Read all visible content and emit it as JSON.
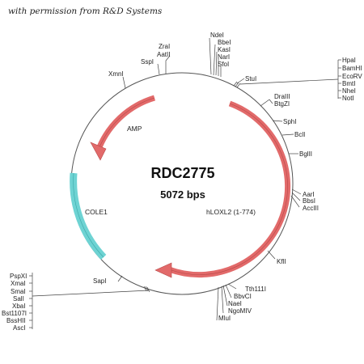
{
  "credit": "with permission from R&D Systems",
  "plasmid": {
    "name": "RDC2775",
    "size": "5072 bps"
  },
  "features": [
    {
      "name": "AMP",
      "color": "#e26a6a"
    },
    {
      "name": "COLE1",
      "color": "#6ed3d3"
    },
    {
      "name": "hLOXL2 (1-774)",
      "color": "#e26a6a"
    }
  ],
  "sites": {
    "zral": "ZraI",
    "aatii": "AatII",
    "sspi": "SspI",
    "xmni": "XmnI",
    "ndei": "NdeI",
    "bbei": "BbeI",
    "kasi": "KasI",
    "nari": "NarI",
    "sfoi": "SfoI",
    "stui": "StuI",
    "hpai": "HpaI",
    "bamhi": "BamHI",
    "ecorv": "EcoRV",
    "bmti": "BmtI",
    "nhei": "NheI",
    "noti": "NotI",
    "draiii": "DraIII",
    "btgzi": "BtgZI",
    "sphi": "SphI",
    "bcli": "BclI",
    "bglii": "BglII",
    "aari": "AarI",
    "bbsi": "BbsI",
    "acciii": "AccIII",
    "kfli": "KflI",
    "tth111i": "Tth111I",
    "bbvci": "BbvCI",
    "naei": "NaeI",
    "ngomiv": "NgoMIV",
    "mlui": "MluI",
    "sapi": "SapI",
    "pspxi": "PspXI",
    "xmai": "XmaI",
    "smai": "SmaI",
    "sali": "SalI",
    "xbai": "XbaI",
    "bst1107i": "Bst1107I",
    "bsshii": "BssHII",
    "asci": "AscI"
  }
}
